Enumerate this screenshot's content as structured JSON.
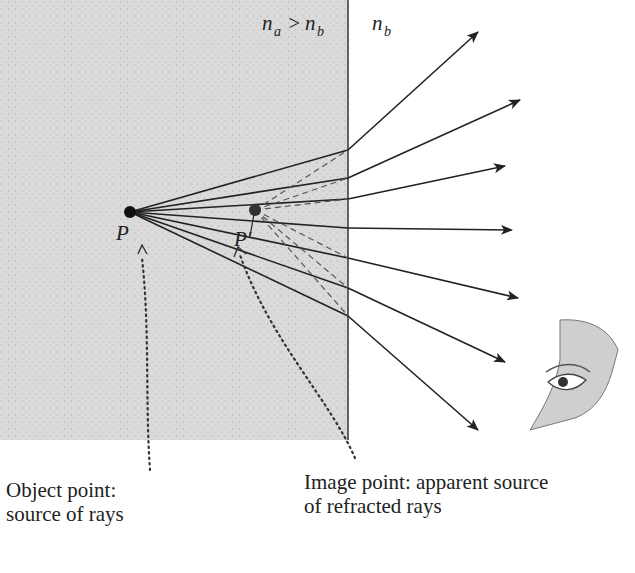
{
  "diagram": {
    "labels": [
      "n",
      "a",
      ">",
      "n",
      "b",
      "n",
      "b",
      "P",
      "P′",
      "Object point: source of rays",
      "Image point: apparent source of refracted rays"
    ]
  }
}
